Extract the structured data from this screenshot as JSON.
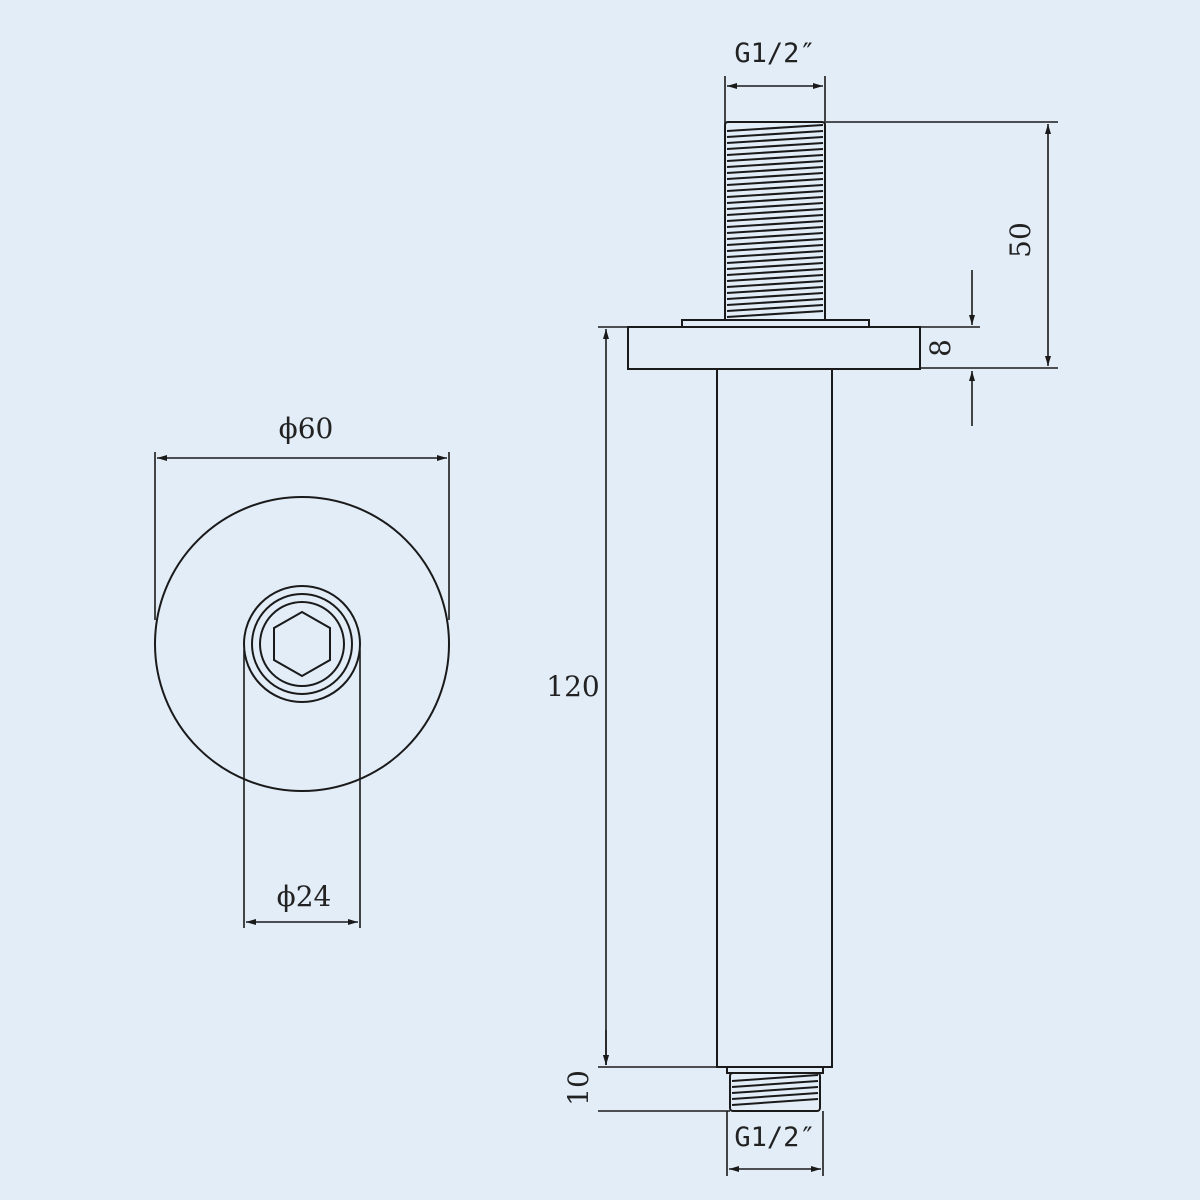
{
  "colors": {
    "background": "#e2edf8",
    "line": "#1a1a1a",
    "part_fill": "#e2edf8"
  },
  "labels": {
    "flange_diameter": "ϕ60",
    "outlet_diameter": "ϕ24",
    "thread_top": "G1/2″",
    "thread_bottom": "G1/2″",
    "total_length": "120",
    "thread_length": "50",
    "flange_thickness": "8",
    "bottom_thread_length": "10"
  }
}
